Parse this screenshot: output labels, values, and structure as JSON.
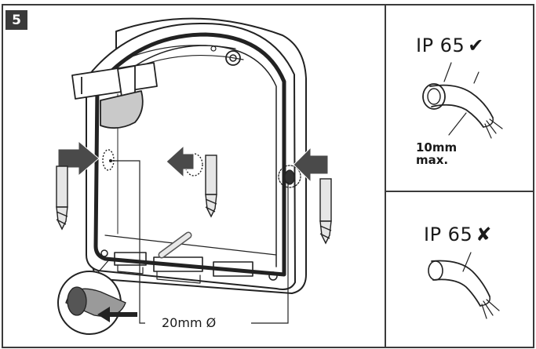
{
  "step_number": "5",
  "drill_diameter_label": "20mm Ø",
  "panel_ok": {
    "title": "IP 65",
    "mark": "✔",
    "max_label_line1": "10mm",
    "max_label_line2": "max."
  },
  "panel_bad": {
    "title": "IP 65",
    "mark": "✘"
  },
  "colors": {
    "frame_border": "#3b3b3b",
    "arrow_fill": "#4a4a4a",
    "badge_bg": "#3a3a3a",
    "line": "#222222"
  }
}
